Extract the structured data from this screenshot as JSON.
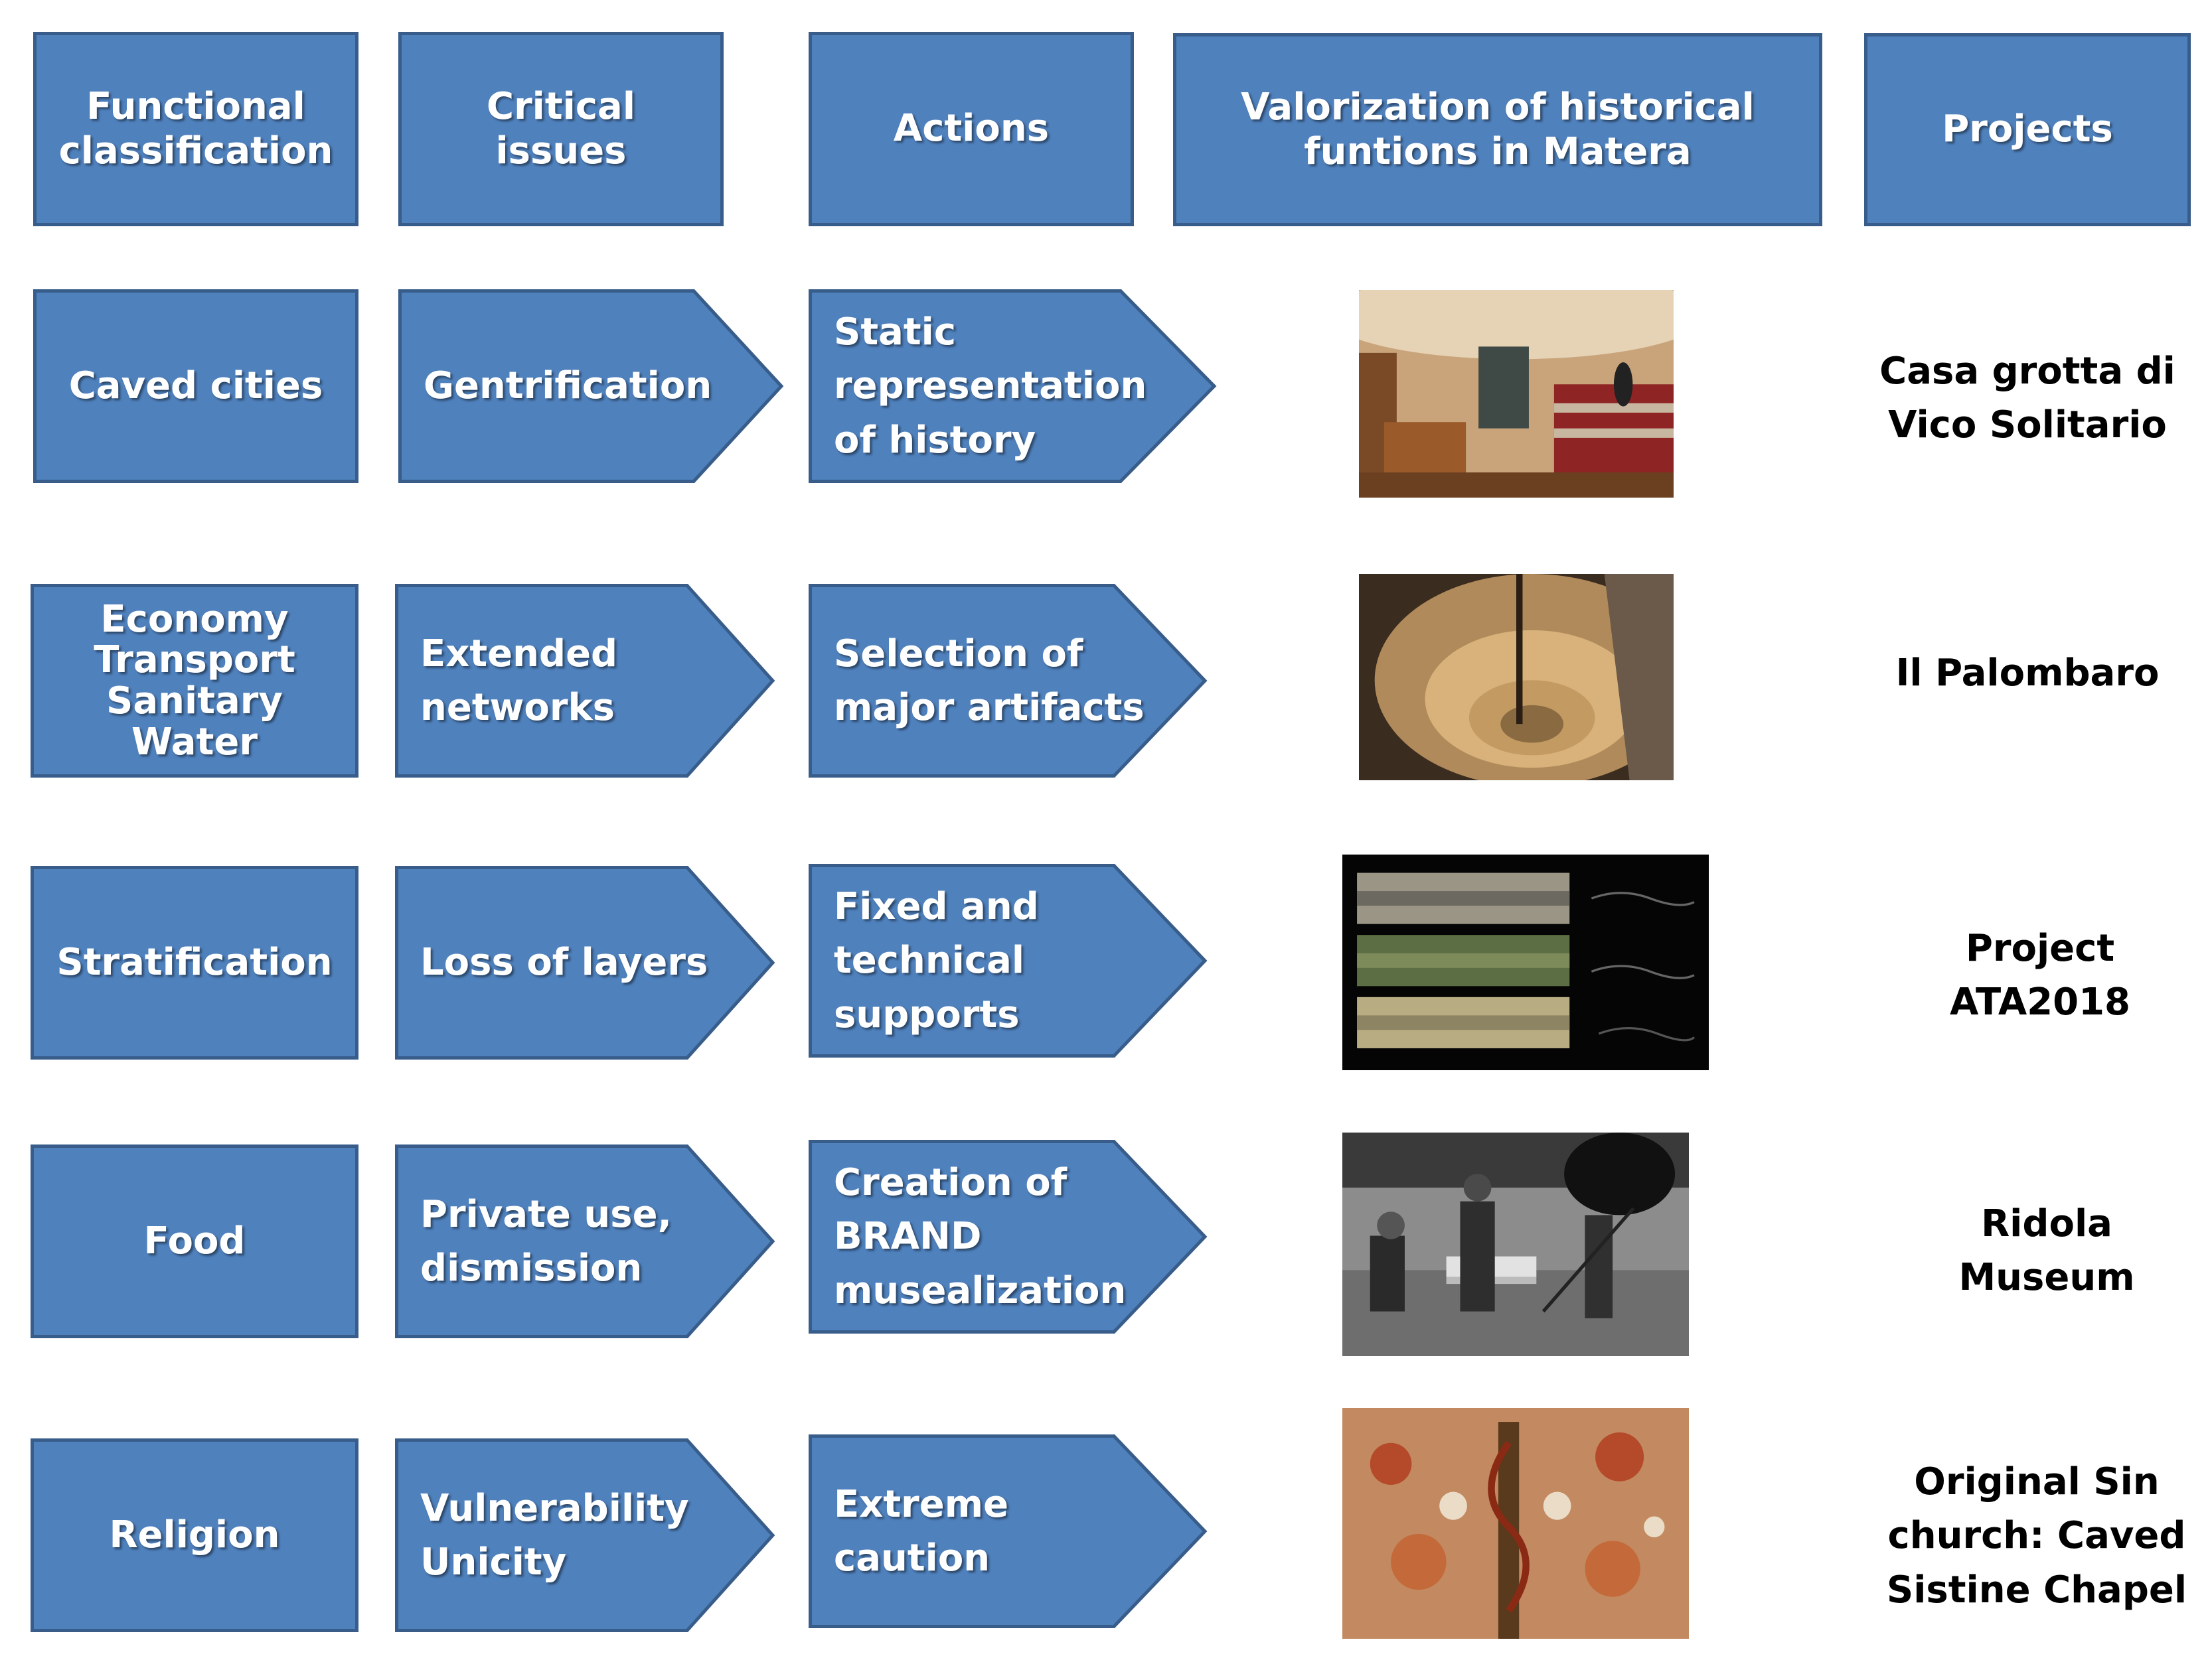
{
  "headers": {
    "functional": "Functional\nclassification",
    "critical": "Critical\nissues",
    "actions": "Actions",
    "valorization": "Valorization  of historical\nfuntions in Matera",
    "projects": "Projects"
  },
  "rows": [
    {
      "functional": "Caved cities",
      "critical": "Gentrification",
      "action": "Static\nrepresentation\nof history",
      "project": "Casa grotta di\nVico Solitario"
    },
    {
      "functional": "Economy\nTransport\nSanitary\nWater",
      "critical": "Extended\nnetworks",
      "action": "Selection of\nmajor artifacts",
      "project": "Il Palombaro"
    },
    {
      "functional": "Stratification",
      "critical": "Loss of layers",
      "action": "Fixed and\ntechnical\nsupports",
      "project": "Project\nATA2018"
    },
    {
      "functional": "Food",
      "critical": "Private use,\ndismission",
      "action": "Creation of\nBRAND\nmusealization",
      "project": "Ridola\nMuseum"
    },
    {
      "functional": "Religion",
      "critical": "Vulnerability\nUnicity",
      "action": "Extreme\ncaution",
      "project": "Original Sin\nchurch: Caved\nSistine Chapel"
    }
  ],
  "colors": {
    "box_fill": "#4f81bd",
    "box_border": "#385d8a",
    "text": "#ffffff"
  }
}
